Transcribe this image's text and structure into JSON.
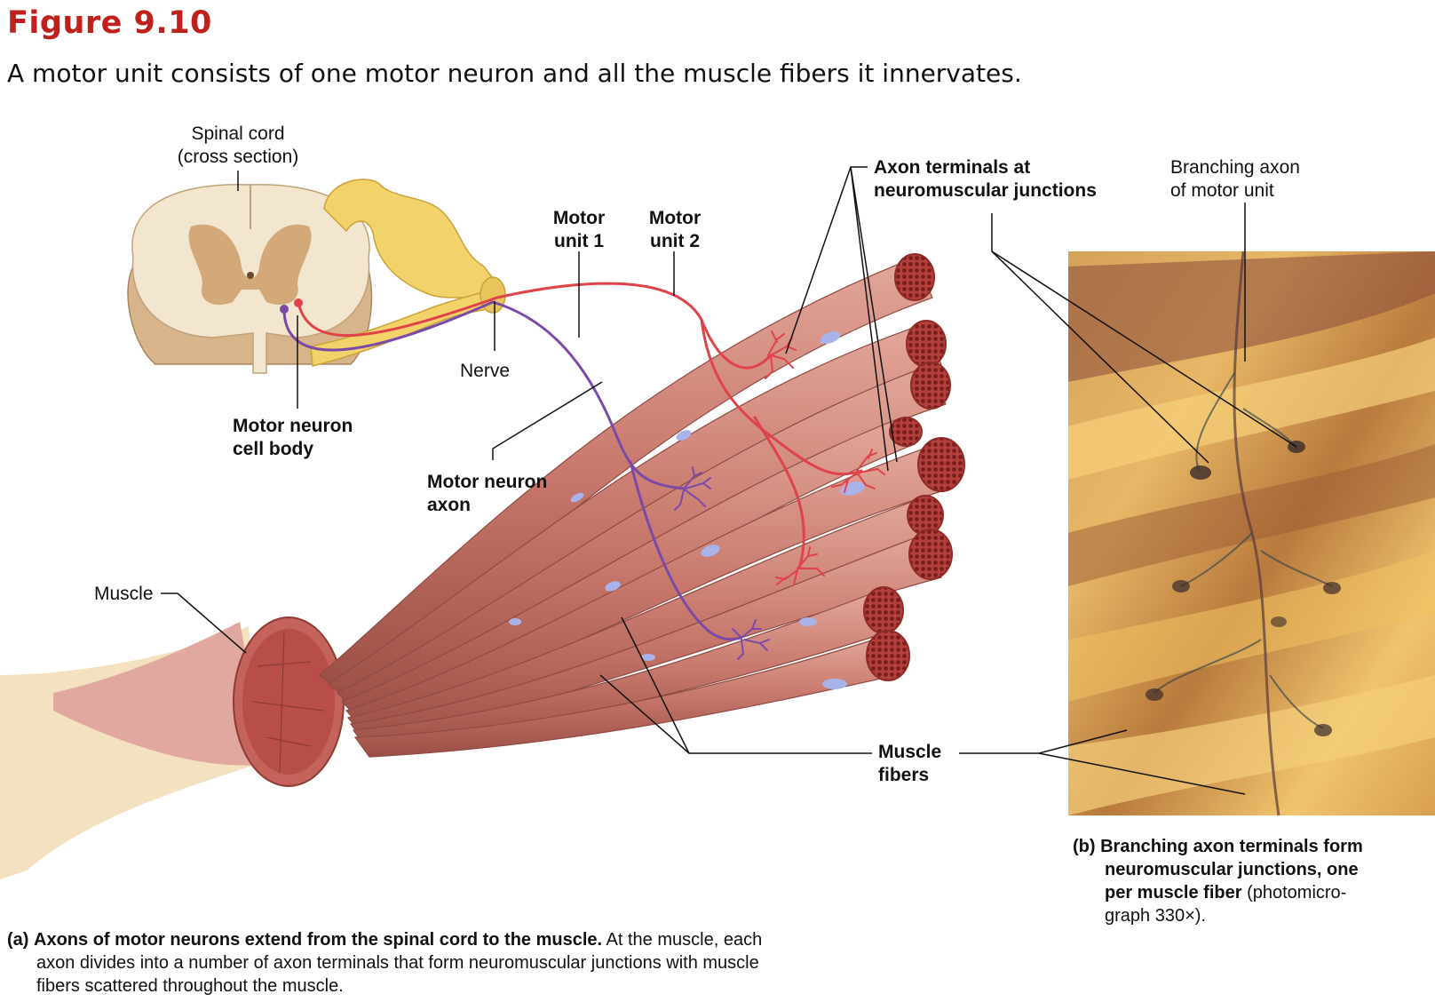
{
  "figure": {
    "number": "Figure 9.10",
    "caption": "A motor unit consists of one motor neuron and all the muscle fibers it innervates."
  },
  "labels": {
    "spinal_cord_line1": "Spinal cord",
    "spinal_cord_line2": "(cross section)",
    "motor_unit_1_line1": "Motor",
    "motor_unit_1_line2": "unit 1",
    "motor_unit_2_line1": "Motor",
    "motor_unit_2_line2": "unit 2",
    "axon_terminals_line1": "Axon terminals at",
    "axon_terminals_line2": "neuromuscular junctions",
    "branching_axon_line1": "Branching axon",
    "branching_axon_line2": "of motor unit",
    "nerve": "Nerve",
    "motor_neuron_cell_body_line1": "Motor neuron",
    "motor_neuron_cell_body_line2": "cell body",
    "motor_neuron_axon_line1": "Motor neuron",
    "motor_neuron_axon_line2": "axon",
    "muscle": "Muscle",
    "muscle_fibers_line1": "Muscle",
    "muscle_fibers_line2": "fibers"
  },
  "panel_a": {
    "marker": "(a)",
    "bold": "Axons of motor neurons extend from the spinal cord to the muscle.",
    "line1_rest": "At the muscle, each",
    "line2": "axon divides into a number of axon terminals that form neuromuscular junctions with muscle",
    "line3": "fibers scattered throughout the muscle."
  },
  "panel_b": {
    "marker": "(b)",
    "line1": "Branching axon terminals form",
    "line2": "neuromuscular junctions, one",
    "line3_bold": "per muscle fiber",
    "line3_rest": "(photomicro-",
    "line4": "graph 330×)."
  },
  "colors": {
    "title_red": "#c0201c",
    "motor_unit_1_axon": "#7b4aa8",
    "motor_unit_2_axon": "#e0424a",
    "muscle_fiber": "#c98378",
    "nerve_yellow": "#f2d36b"
  }
}
